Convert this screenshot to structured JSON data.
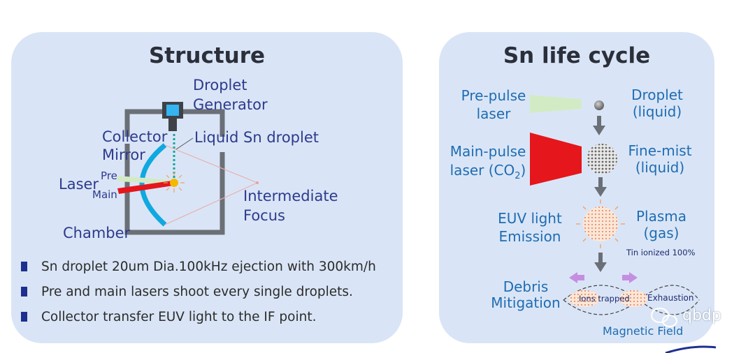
{
  "structure": {
    "title": "Structure",
    "labels": {
      "droplet_generator_line1": "Droplet",
      "droplet_generator_line2": "Generator",
      "collector_line1": "Collector",
      "collector_line2": "Mirror",
      "liquid_sn": "Liquid Sn droplet",
      "pre": "Pre",
      "main": "Main",
      "laser": "Laser",
      "intermediate_line1": "Intermediate",
      "intermediate_line2": "Focus",
      "chamber": "Chamber"
    },
    "bullets": [
      "Sn droplet 20um Dia.100kHz ejection with 300km/h",
      "Pre and main lasers shoot every single droplets.",
      "Collector transfer EUV light to the IF point."
    ]
  },
  "lifecycle": {
    "title": "Sn life cycle",
    "labels": {
      "prepulse_line1": "Pre-pulse",
      "prepulse_line2": "laser",
      "droplet_line1": "Droplet",
      "droplet_line2": "(liquid)",
      "mainpulse_line1": "Main-pulse",
      "mainpulse_line2_prefix": "laser (CO",
      "mainpulse_sub": "2",
      "mainpulse_suffix": ")",
      "finemist_line1": "Fine-mist",
      "finemist_line2": "(liquid)",
      "euv_line1": "EUV light",
      "euv_line2": "Emission",
      "plasma_line1": "Plasma",
      "plasma_line2": "(gas)",
      "tin_ionized": "Tin ionized 100%",
      "debris_line1": "Debris",
      "debris_line2": "Mitigation",
      "ions_trapped": "Ions trapped",
      "exhaustion": "Exhaustion",
      "magnetic_field": "Magnetic Field"
    }
  },
  "watermark": "qbdp",
  "colors": {
    "panel_bg": "#d9e5f6",
    "navy_text": "#2e3a8c",
    "blue_text": "#1f6cb3",
    "laser_red": "#e5161c",
    "prepulse_green": "#d3ebc5",
    "mirror_cyan": "#10a8e0",
    "arrow_purple": "#c58ee0"
  }
}
